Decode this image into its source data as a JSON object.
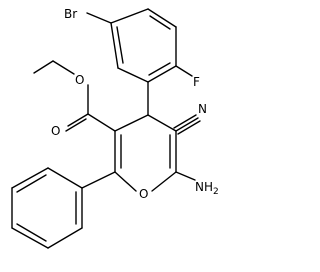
{
  "molecule": {
    "atoms": {
      "br": "Br",
      "f": "F",
      "o_ester": "O",
      "o_ring": "O",
      "o_carbonyl": "O",
      "n": "N",
      "nh2": "NH",
      "nh2_sub": "2"
    }
  }
}
